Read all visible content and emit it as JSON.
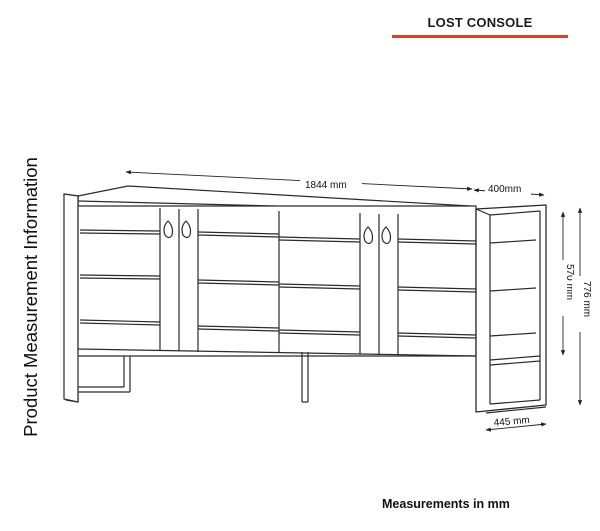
{
  "header": {
    "title": "LOST CONSOLE",
    "accent_color": "#e2421d"
  },
  "side_label": "Product Measurement Information",
  "dimensions": {
    "width": "1844 mm",
    "depth_top": "400mm",
    "cabinet_height": "570 mm",
    "total_height": "776 mm",
    "leg_depth": "445 mm"
  },
  "footer": {
    "note": "Measurements in mm"
  }
}
